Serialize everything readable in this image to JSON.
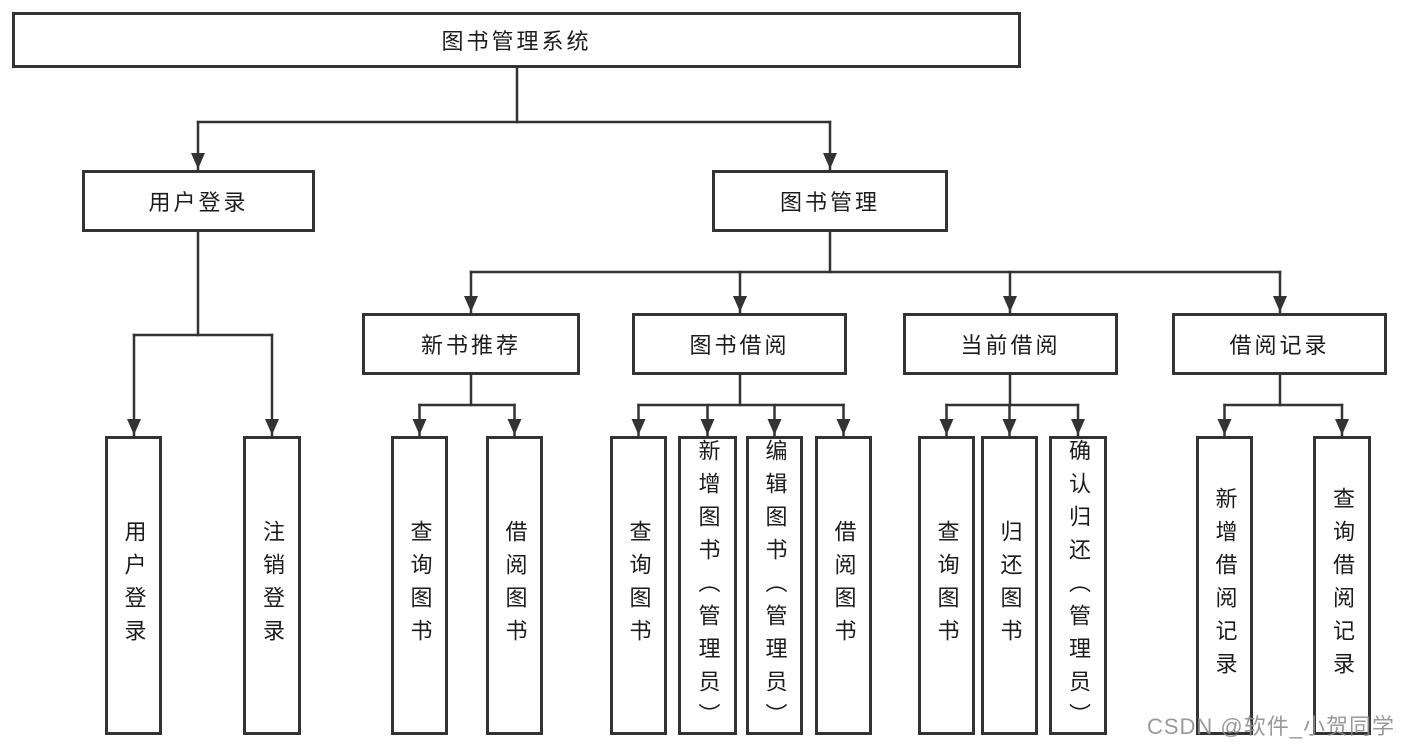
{
  "tree": {
    "root": {
      "label": "图书管理系统"
    },
    "branches": [
      {
        "label": "用户登录",
        "children": [
          {
            "label": "用户登录"
          },
          {
            "label": "注销登录"
          }
        ]
      },
      {
        "label": "图书管理",
        "children": [
          {
            "label": "新书推荐",
            "children": [
              {
                "label": "查询图书"
              },
              {
                "label": "借阅图书"
              }
            ]
          },
          {
            "label": "图书借阅",
            "children": [
              {
                "label": "查询图书"
              },
              {
                "label": "新增图书（管理员）"
              },
              {
                "label": "编辑图书（管理员）"
              },
              {
                "label": "借阅图书"
              }
            ]
          },
          {
            "label": "当前借阅",
            "children": [
              {
                "label": "查询图书"
              },
              {
                "label": "归还图书"
              },
              {
                "label": "确认归还（管理员）"
              }
            ]
          },
          {
            "label": "借阅记录",
            "children": [
              {
                "label": "新增借阅记录"
              },
              {
                "label": "查询借阅记录"
              }
            ]
          }
        ]
      }
    ]
  },
  "watermark": {
    "text": "CSDN @软件_小贺同学"
  },
  "colors": {
    "line": "#333333",
    "text": "#1c1c1c",
    "watermark": "#8f8f8f",
    "background": "#ffffff"
  }
}
